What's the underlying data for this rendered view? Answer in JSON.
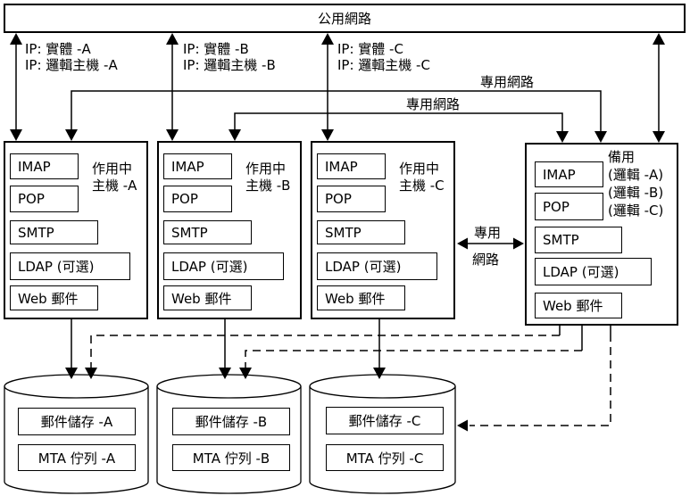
{
  "public_network": {
    "label": "公用網路"
  },
  "ip_labels": [
    {
      "line1": "IP: 實體 -A",
      "line2": "IP: 邏輯主機 -A"
    },
    {
      "line1": "IP: 實體 -B",
      "line2": "IP: 邏輯主機 -B"
    },
    {
      "line1": "IP: 實體 -C",
      "line2": "IP: 邏輯主機 -C"
    }
  ],
  "private_network": {
    "upper_label": "專用網路",
    "lower_label": "專用網路",
    "side_line1": "專用",
    "side_line2": "網路"
  },
  "hosts": [
    {
      "name_line1": "作用中",
      "name_line2": "主機 -A",
      "services": [
        "IMAP",
        "POP",
        "SMTP",
        "LDAP (可選)",
        "Web 郵件"
      ]
    },
    {
      "name_line1": "作用中",
      "name_line2": "主機 -B",
      "services": [
        "IMAP",
        "POP",
        "SMTP",
        "LDAP (可選)",
        "Web 郵件"
      ]
    },
    {
      "name_line1": "作用中",
      "name_line2": "主機 -C",
      "services": [
        "IMAP",
        "POP",
        "SMTP",
        "LDAP (可選)",
        "Web 郵件"
      ]
    }
  ],
  "backup_host": {
    "name_line1": "備用",
    "name_line2": "(邏輯 -A)",
    "name_line3": "(邏輯 -B)",
    "name_line4": "(邏輯 -C)",
    "services": [
      "IMAP",
      "POP",
      "SMTP",
      "LDAP (可選)",
      "Web 郵件"
    ]
  },
  "stores": [
    {
      "store": "郵件儲存 -A",
      "queue": "MTA 佇列 -A"
    },
    {
      "store": "郵件儲存 -B",
      "queue": "MTA 佇列 -B"
    },
    {
      "store": "郵件儲存 -C",
      "queue": "MTA 佇列 -C"
    }
  ],
  "colors": {
    "line": "#000000",
    "background": "#ffffff"
  }
}
